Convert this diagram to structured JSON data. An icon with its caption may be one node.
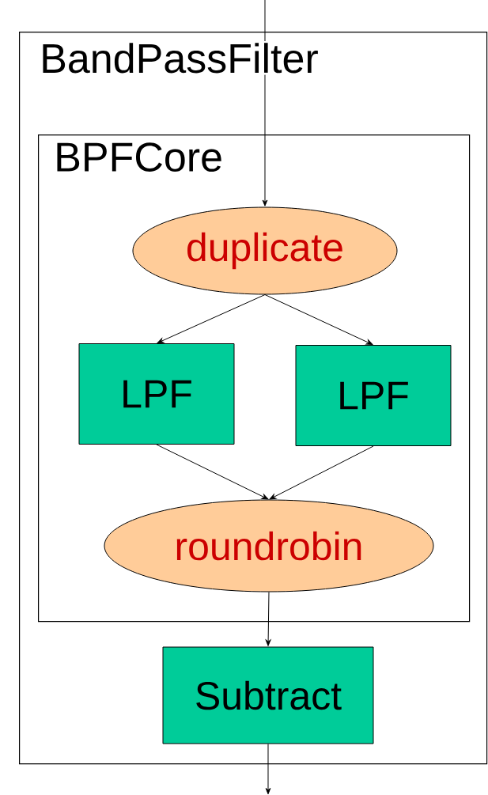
{
  "diagram": {
    "nodes": [
      {
        "text": [
          "BandPassFilter"
        ]
      },
      {
        "text": [
          "BPFCore"
        ],
        "in": 0
      },
      {
        "text": [
          "duplicate"
        ],
        "in": 1
      },
      {
        "text": [
          "LPF"
        ],
        "in": 1
      },
      {
        "text": [
          "LPF"
        ],
        "in": 1
      },
      {
        "text": [
          "roundrobin"
        ],
        "in": 1
      },
      {
        "text": [
          "Subtract"
        ],
        "in": 0
      }
    ],
    "edges": [
      {
        "from": null,
        "to": 2,
        "arrow": "to"
      },
      {
        "from": 2,
        "to": 3,
        "arrow": "to"
      },
      {
        "from": 2,
        "to": 4,
        "arrow": "to"
      },
      {
        "from": 3,
        "to": 5,
        "arrow": "to"
      },
      {
        "from": 4,
        "to": 5,
        "arrow": "to"
      },
      {
        "from": 5,
        "to": 6,
        "arrow": "to"
      },
      {
        "from": 6,
        "to": null,
        "arrow": "to"
      }
    ]
  }
}
